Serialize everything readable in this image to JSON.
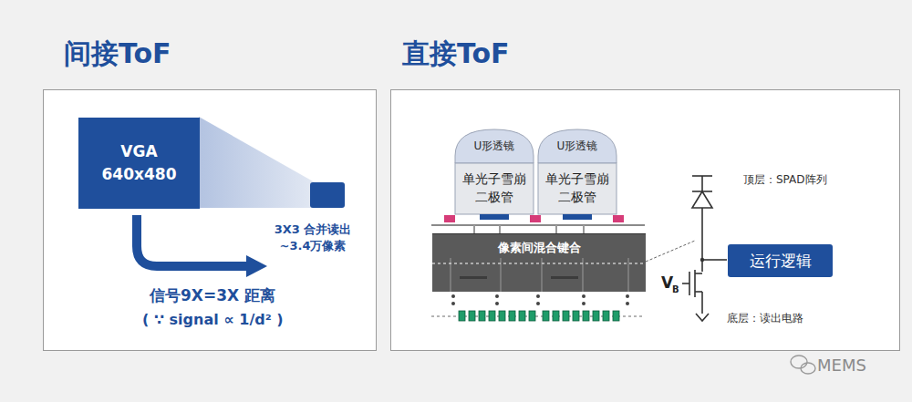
{
  "diagram": {
    "nodes": [
      {
        "text": [
          "间接ToF"
        ]
      },
      {
        "text": [
          "VGA 640x480"
        ],
        "in": 0
      },
      {
        "text": [
          "直接ToF"
        ]
      },
      {
        "text": [
          "U形透镜",
          "单光子雪崩 二极管"
        ],
        "in": 2
      },
      {
        "text": [
          "U形透镜",
          "单光子雪崩 二极管"
        ],
        "in": 2
      },
      {
        "text": [
          "像素间混合键合"
        ],
        "in": 2
      },
      {
        "text": [
          "运行逻辑"
        ],
        "in": 2
      }
    ],
    "labels": [
      "3X3 合并读出 ~3.4万像素",
      "信号9X=3X 距离",
      "( ∵ signal ∝ 1/d² )",
      "顶层：SPAD阵列",
      "V",
      "B",
      "底层：读出电路",
      "MEMS"
    ]
  }
}
